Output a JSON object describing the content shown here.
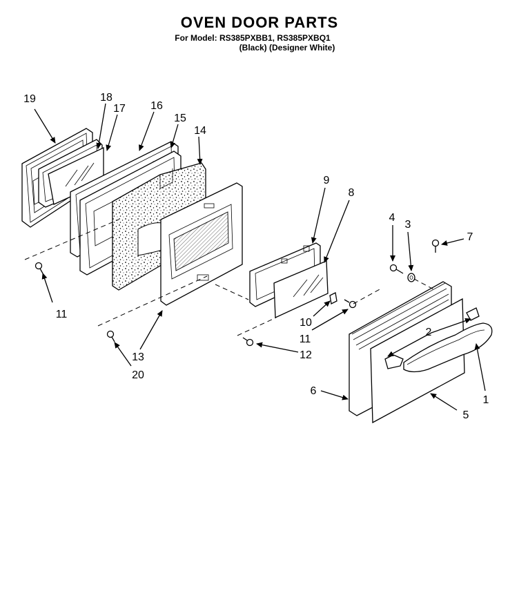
{
  "header": {
    "title": "OVEN DOOR PARTS",
    "models": "For Model: RS385PXBB1, RS385PXBQ1",
    "colors": "(Black)  (Designer White)"
  },
  "callouts": {
    "c1": "1",
    "c2": "2",
    "c3": "3",
    "c4": "4",
    "c5": "5",
    "c6": "6",
    "c7": "7",
    "c8": "8",
    "c9": "9",
    "c10": "10",
    "c11a": "11",
    "c11b": "11",
    "c12": "12",
    "c13": "13",
    "c14": "14",
    "c15": "15",
    "c16": "16",
    "c17": "17",
    "c18": "18",
    "c19": "19",
    "c20": "20"
  }
}
